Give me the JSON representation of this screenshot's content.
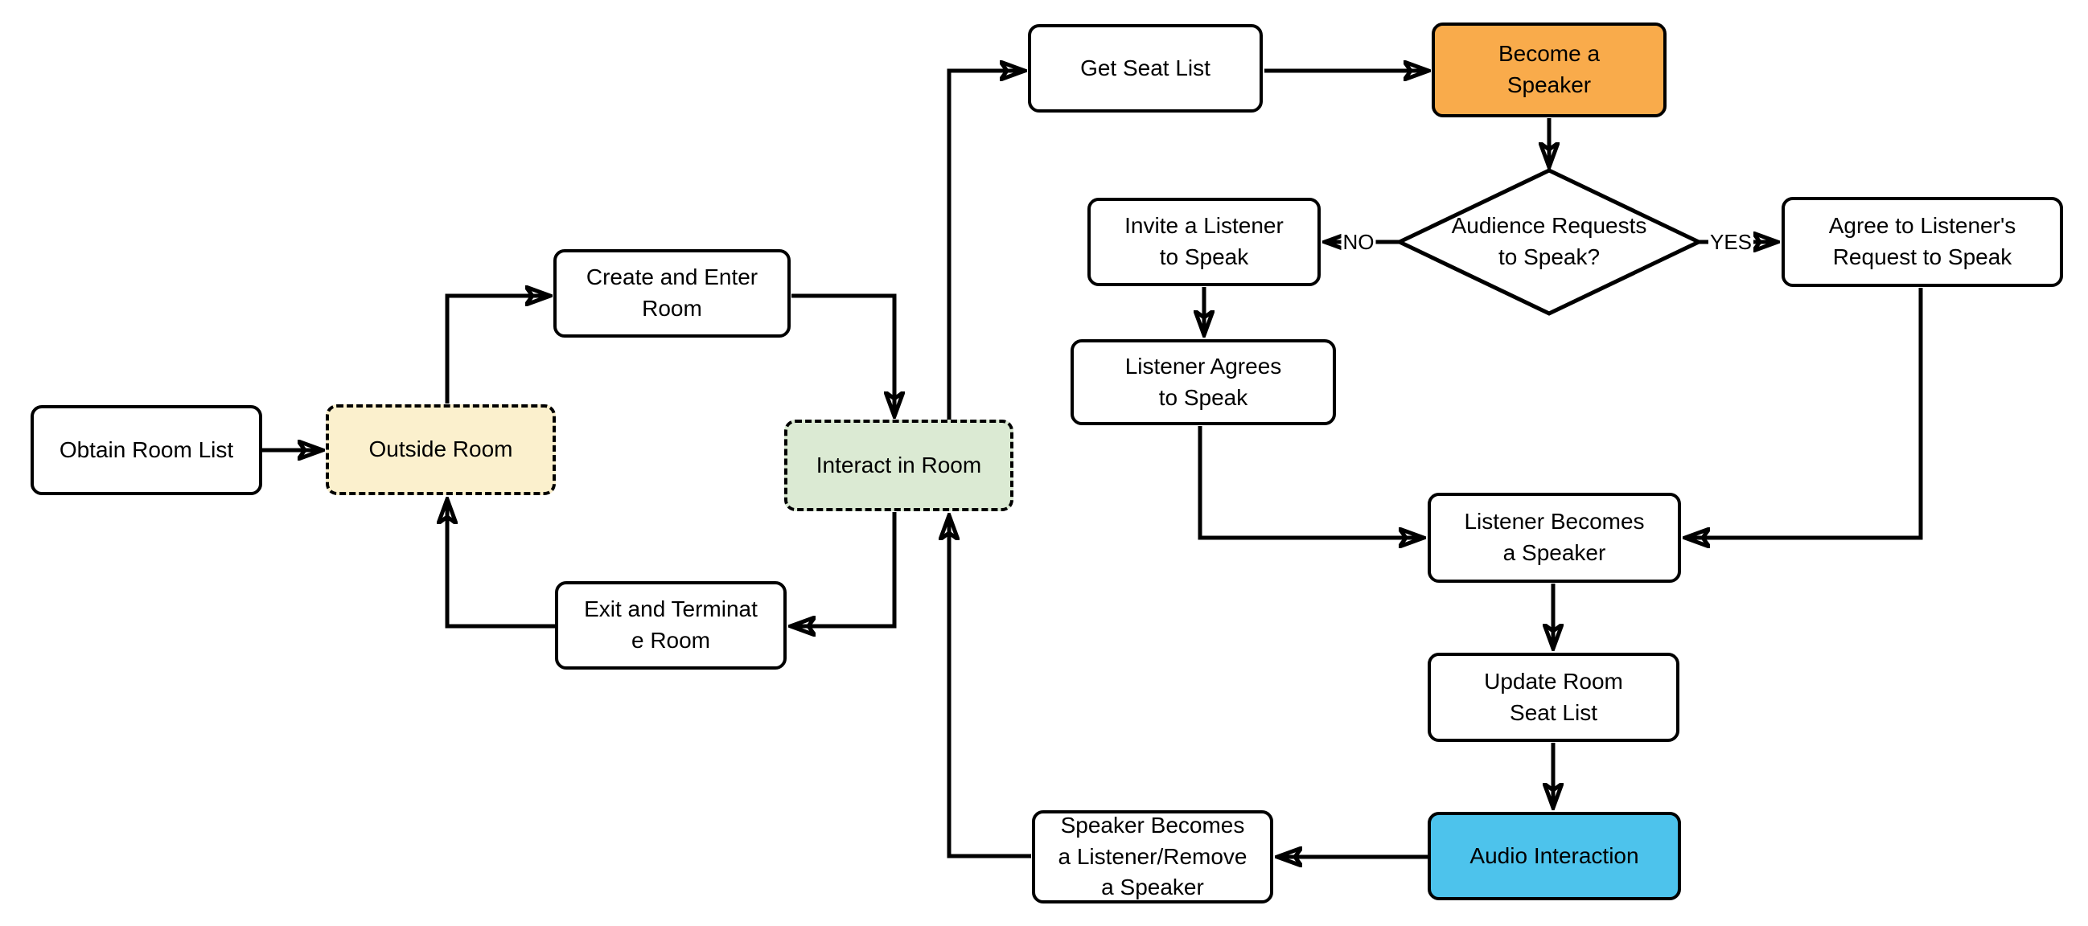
{
  "diagram": {
    "type": "flowchart",
    "nodes": {
      "obtain_room_list": {
        "label": "Obtain Room List"
      },
      "outside_room": {
        "label": "Outside Room"
      },
      "create_enter_room": {
        "label": "Create and Enter\nRoom"
      },
      "interact_in_room": {
        "label": "Interact in Room"
      },
      "exit_terminate_room": {
        "label": "Exit and Terminat\ne Room"
      },
      "get_seat_list": {
        "label": "Get Seat List"
      },
      "become_speaker": {
        "label": "Become a\nSpeaker"
      },
      "audience_requests": {
        "label": "Audience Requests\nto Speak?"
      },
      "invite_listener": {
        "label": "Invite a Listener\nto Speak"
      },
      "listener_agrees": {
        "label": "Listener Agrees\nto Speak"
      },
      "agree_request": {
        "label": "Agree to Listener's\nRequest to Speak"
      },
      "listener_becomes_speaker": {
        "label": "Listener Becomes\na Speaker"
      },
      "update_seat_list": {
        "label": "Update Room\nSeat List"
      },
      "audio_interaction": {
        "label": "Audio Interaction"
      },
      "speaker_becomes_listener": {
        "label": "Speaker Becomes\na Listener/Remove\na Speaker"
      }
    },
    "edge_labels": {
      "no": "NO",
      "yes": "YES"
    },
    "colors": {
      "line": "#000000",
      "node_border": "#000000",
      "white_fill": "#ffffff",
      "outside_room_fill": "#FBF0CD",
      "interact_room_fill": "#DBEAD3",
      "become_speaker_fill": "#F9AB4B",
      "audio_interaction_fill": "#4DC3EC"
    }
  }
}
